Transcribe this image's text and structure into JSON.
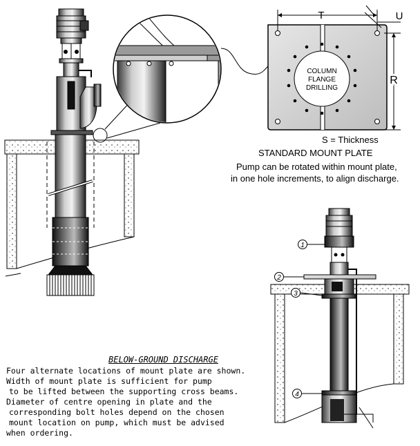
{
  "plate": {
    "dim_t": "T",
    "dim_u": "U",
    "dim_r": "R",
    "center_text": [
      "COLUMN",
      "FLANGE",
      "DRILLING"
    ],
    "thickness_note": "S = Thickness",
    "title": "STANDARD MOUNT PLATE",
    "note_lines": [
      "Pump can be rotated within mount plate,",
      "in one hole increments, to align discharge."
    ]
  },
  "callouts": [
    "1",
    "2",
    "3",
    "4"
  ],
  "below_ground": {
    "heading": "BELOW-GROUND DISCHARGE",
    "body_lines": [
      "Four alternate locations of mount plate are shown.",
      "Width of mount plate is sufficient for pump",
      "to be lifted between the supporting cross beams.",
      "Diameter of centre opening in plate and the",
      "corresponding bolt holes depend on the chosen",
      "mount location on pump, which must be advised",
      "when ordering."
    ]
  },
  "colors": {
    "ink": "#000000",
    "steel_light": "#d8d8d8",
    "steel_mid": "#9a9a9a",
    "steel_dark": "#2a2a2a",
    "concrete": "#ffffff"
  }
}
